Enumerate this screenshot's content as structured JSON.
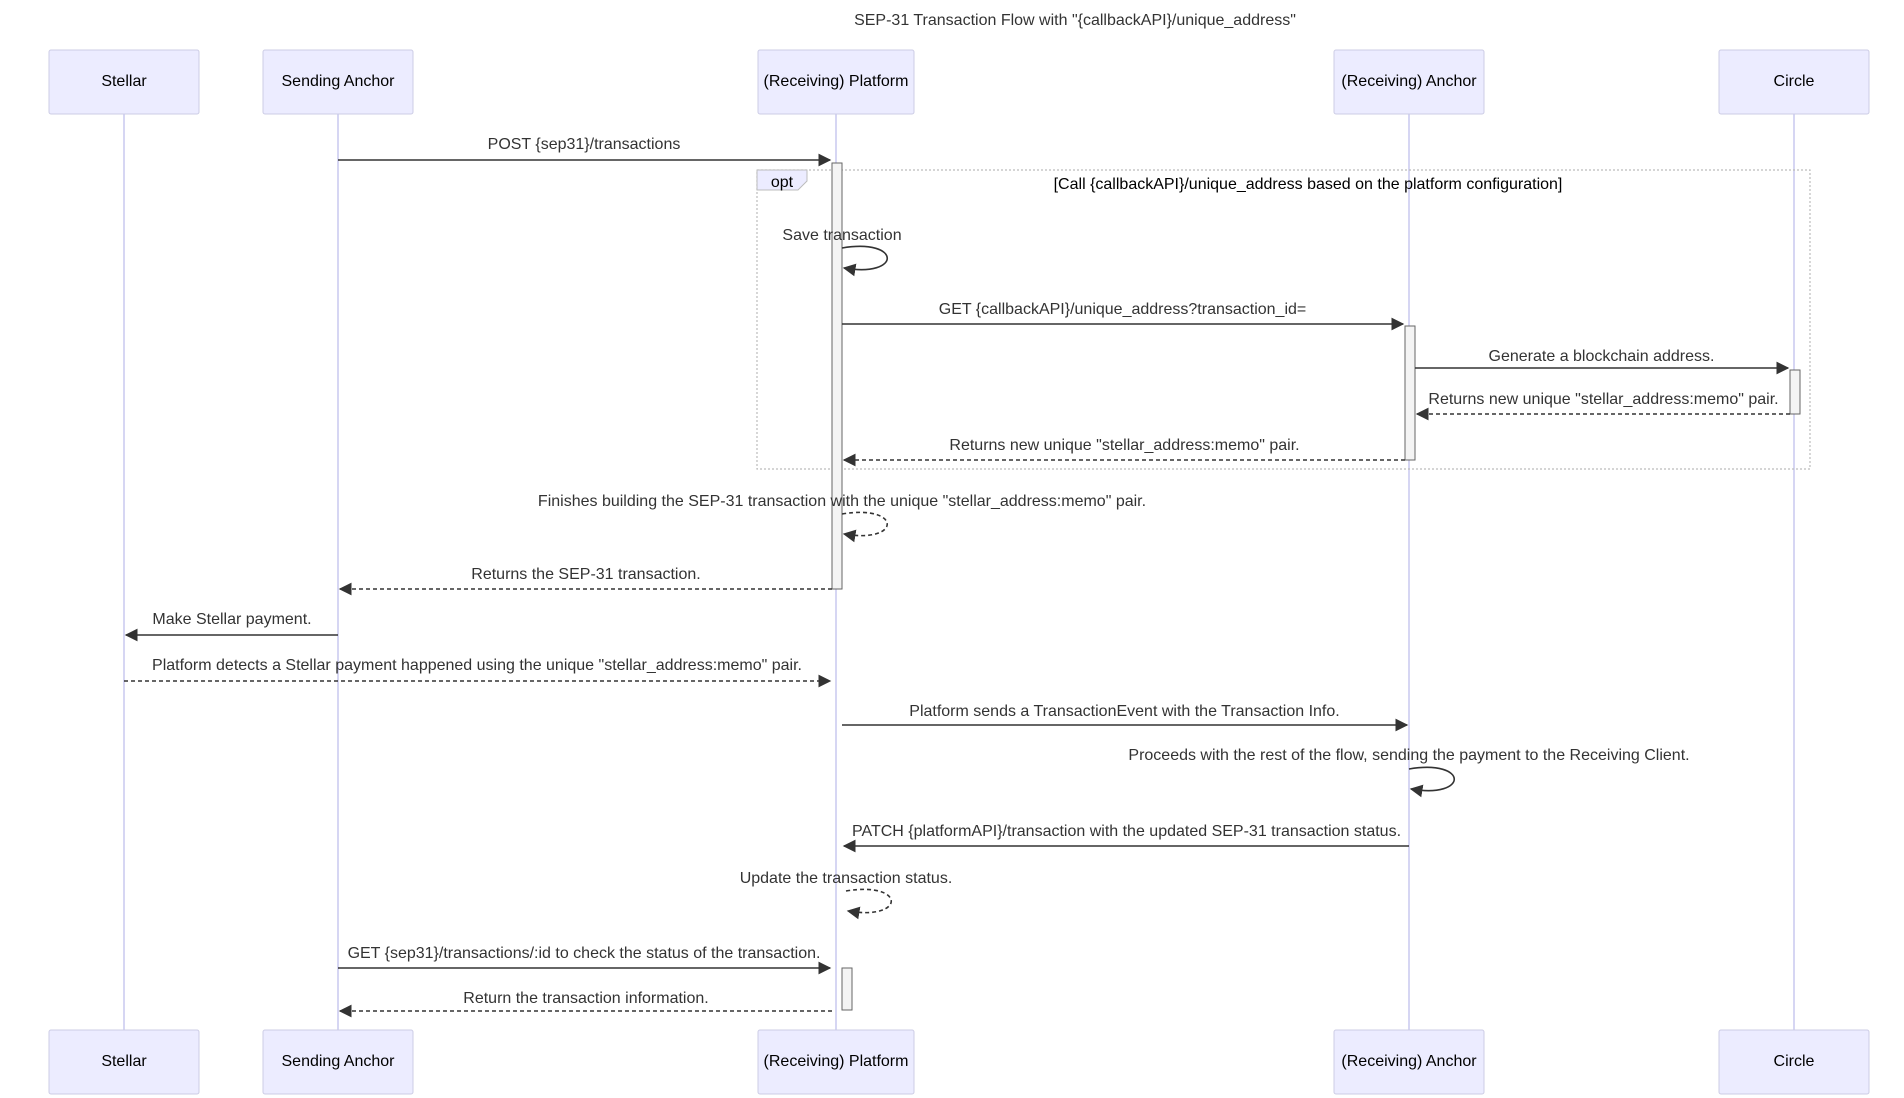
{
  "title": "SEP-31 Transaction Flow with \"{callbackAPI}/unique_address\"",
  "participants": [
    {
      "id": "stellar",
      "label": "Stellar"
    },
    {
      "id": "sending",
      "label": "Sending Anchor"
    },
    {
      "id": "platform",
      "label": "(Receiving) Platform"
    },
    {
      "id": "anchor",
      "label": "(Receiving) Anchor"
    },
    {
      "id": "circle",
      "label": "Circle"
    }
  ],
  "opt_block": {
    "label": "opt",
    "condition": "[Call {callbackAPI}/unique_address based on the platform configuration]"
  },
  "messages": [
    {
      "from": "sending",
      "to": "platform",
      "text": "POST {sep31}/transactions",
      "style": "solid"
    },
    {
      "from": "platform",
      "to": "platform",
      "text": "Save transaction",
      "style": "solid"
    },
    {
      "from": "platform",
      "to": "anchor",
      "text": "GET {callbackAPI}/unique_address?transaction_id=",
      "style": "solid"
    },
    {
      "from": "anchor",
      "to": "circle",
      "text": "Generate a blockchain address.",
      "style": "solid"
    },
    {
      "from": "circle",
      "to": "anchor",
      "text": "Returns new unique \"stellar_address:memo\" pair.",
      "style": "dashed"
    },
    {
      "from": "anchor",
      "to": "platform",
      "text": "Returns new unique \"stellar_address:memo\" pair.",
      "style": "dashed"
    },
    {
      "from": "platform",
      "to": "platform",
      "text": "Finishes building the SEP-31 transaction with the unique \"stellar_address:memo\" pair.",
      "style": "dashed"
    },
    {
      "from": "platform",
      "to": "sending",
      "text": "Returns the SEP-31 transaction.",
      "style": "dashed"
    },
    {
      "from": "sending",
      "to": "stellar",
      "text": "Make Stellar payment.",
      "style": "solid"
    },
    {
      "from": "stellar",
      "to": "platform",
      "text": "Platform detects a Stellar payment happened using the unique \"stellar_address:memo\" pair.",
      "style": "dashed"
    },
    {
      "from": "platform",
      "to": "anchor",
      "text": "Platform sends a TransactionEvent with the Transaction Info.",
      "style": "solid"
    },
    {
      "from": "anchor",
      "to": "anchor",
      "text": "Proceeds with the rest of the flow, sending the payment to the Receiving Client.",
      "style": "solid"
    },
    {
      "from": "anchor",
      "to": "platform",
      "text": "PATCH {platformAPI}/transaction with the updated SEP-31 transaction status.",
      "style": "solid"
    },
    {
      "from": "platform",
      "to": "platform",
      "text": "Update the transaction status.",
      "style": "dashed"
    },
    {
      "from": "sending",
      "to": "platform",
      "text": "GET {sep31}/transactions/:id to check the status of the transaction.",
      "style": "solid"
    },
    {
      "from": "platform",
      "to": "sending",
      "text": "Return the transaction information.",
      "style": "dashed"
    }
  ]
}
